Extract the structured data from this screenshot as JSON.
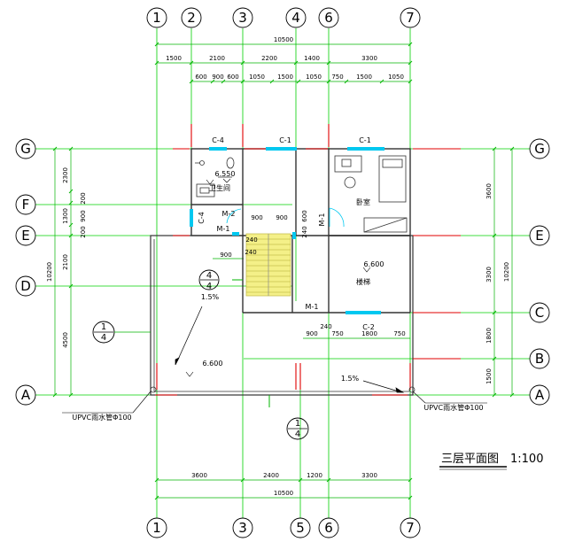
{
  "axes": {
    "columns_top": [
      "1",
      "2",
      "3",
      "4",
      "6",
      "7"
    ],
    "columns_bottom": [
      "1",
      "3",
      "5",
      "6",
      "7"
    ],
    "rows_left": [
      "G",
      "F",
      "E",
      "D",
      "A"
    ],
    "rows_right": [
      "G",
      "E",
      "C",
      "B",
      "A"
    ]
  },
  "dims_top": {
    "total": "10500",
    "row2": [
      "1500",
      "2100",
      "2200",
      "1400",
      "3300"
    ],
    "row3": [
      "600",
      "900",
      "600",
      "1050",
      "1500",
      "1050",
      "750",
      "1500",
      "1050"
    ]
  },
  "dims_left": {
    "row1": [
      "2300",
      "200",
      "1300",
      "900",
      "200",
      "2100",
      "4500"
    ],
    "total": "10200"
  },
  "dims_right": {
    "row1": [
      "3600",
      "3300",
      "1800",
      "1500"
    ],
    "total": "10200"
  },
  "dims_bottom": {
    "row1": [
      "3600",
      "2400",
      "1200",
      "3300"
    ],
    "total": "10500"
  },
  "interior_dims": {
    "stair_top_left": "900",
    "stair_top_right": "900",
    "landing_w": "900",
    "stair_w": "240",
    "gap_w": "240",
    "opening": "600",
    "c2_left": "900",
    "c2_wall": "240",
    "c2_a": "750",
    "c2_b": "1800",
    "c2_c": "750"
  },
  "windows": {
    "c4_top": "C-4",
    "c1_mid": "C-1",
    "c1_right": "C-1",
    "c4_side": "C-4",
    "c2": "C-2"
  },
  "doors": {
    "m2": "M-2",
    "m1_left": "M-1",
    "m1_right": "M-1",
    "m1_bottom": "M-1"
  },
  "rooms": {
    "bathroom": "卫生间",
    "bathroom_level": "6.550",
    "bedroom": "卧室",
    "stairwell": "楼梯",
    "stairwell_level": "6.600",
    "terrace_level": "6.600"
  },
  "slopes": {
    "left": "1.5%",
    "right": "1.5%"
  },
  "drain_pipes": {
    "left": "UPVC雨水管Φ100",
    "right": "UPVC雨水管Φ100"
  },
  "section_marks": {
    "a_num": "4",
    "a_den": "4",
    "b_num": "1",
    "b_den": "4",
    "c_num": "1",
    "c_den": "4"
  },
  "stair_number": "240",
  "title": "三层平面图",
  "scale": "1:100",
  "colors": {
    "grid": "#00d000",
    "dim": "#00b400",
    "wall": "#333333",
    "red": "#e00000",
    "stair": "#f4f088",
    "window": "#00c8f0"
  }
}
